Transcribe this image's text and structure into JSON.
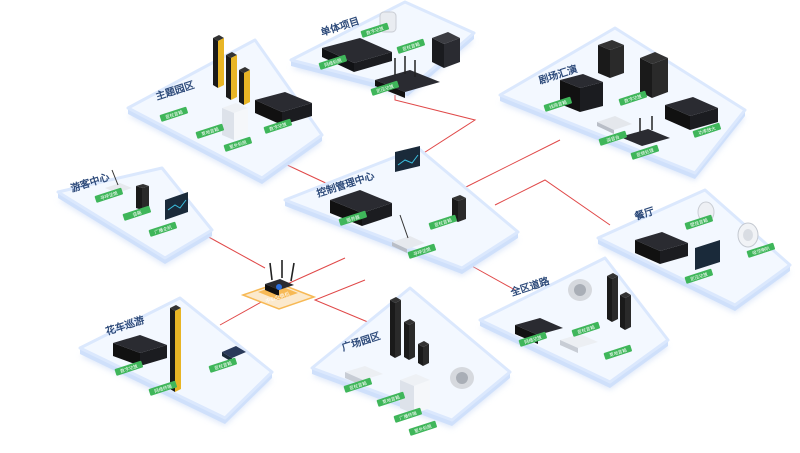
{
  "colors": {
    "platform_top": "#f3f8ff",
    "platform_side": "#cfe0fb",
    "platform_edge": "#dbe8fd",
    "link_line": "#e04848",
    "label_green": "#3fb65a",
    "router_orange": "#f7b955",
    "device_black": "#1e1f24",
    "device_gold": "#e8b525",
    "zone_title": "#2d4a7a"
  },
  "diagram": {
    "hub": {
      "label": "中心交换机",
      "icon": "router-icon"
    },
    "zones": [
      {
        "id": "single-project",
        "title": "单体项目",
        "tags": [
          "数字功放",
          "音柱音箱",
          "网络机柜",
          "定压功放"
        ]
      },
      {
        "id": "theme-park",
        "title": "主题园区",
        "tags": [
          "音柱音箱",
          "数字功放",
          "草地音箱",
          "室外机柜"
        ]
      },
      {
        "id": "theater",
        "title": "剧场汇演",
        "tags": [
          "线阵音箱",
          "数字功放",
          "调音台",
          "音频处理",
          "功率放大"
        ]
      },
      {
        "id": "visitor-center",
        "title": "游客中心",
        "tags": [
          "寻呼话筒",
          "音箱",
          "广播主机"
        ]
      },
      {
        "id": "control-center",
        "title": "控制管理中心",
        "tags": [
          "服务器",
          "寻呼话筒",
          "音柱音箱"
        ]
      },
      {
        "id": "restaurant",
        "title": "餐厅",
        "tags": [
          "壁挂音箱",
          "吸顶喇叭",
          "定压功放"
        ]
      },
      {
        "id": "full-area-road",
        "title": "全区道路",
        "tags": [
          "网络功放",
          "音柱音箱",
          "草地音箱"
        ]
      },
      {
        "id": "flower-patrol",
        "title": "花车巡游",
        "tags": [
          "数字功放",
          "音柱音箱",
          "网络终端"
        ]
      },
      {
        "id": "square-park",
        "title": "广场园区",
        "tags": [
          "音柱音箱",
          "草地音箱",
          "广播终端",
          "室外机柜"
        ]
      }
    ]
  }
}
